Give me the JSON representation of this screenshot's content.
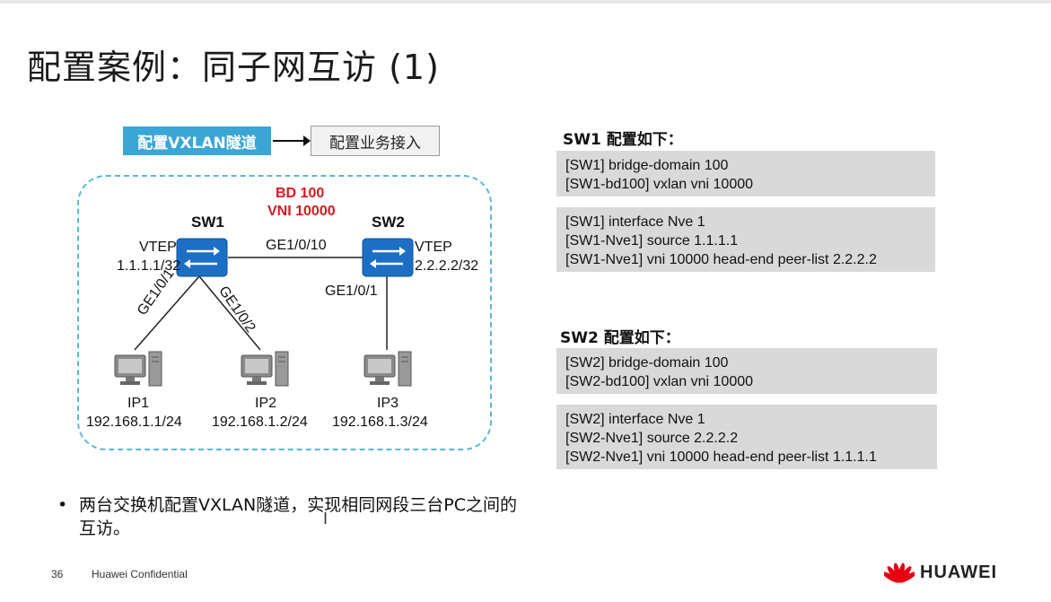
{
  "slide": {
    "title": "配置案例：同子网互访 (1)",
    "page_number": "36",
    "confidential": "Huawei Confidential",
    "brand": "HUAWEI"
  },
  "flow": {
    "step1": "配置VXLAN隧道",
    "step2": "配置业务接入"
  },
  "topology": {
    "bd": "BD 100",
    "vni": "VNI 10000",
    "sw1": {
      "name": "SW1",
      "vtep_label": "VTEP",
      "vtep_ip": "1.1.1.1/32"
    },
    "sw2": {
      "name": "SW2",
      "vtep_label": "VTEP",
      "vtep_ip": "2.2.2.2/32"
    },
    "link_sw1_sw2": "GE1/0/10",
    "link_sw1_pc1": "GE1/0/1",
    "link_sw1_pc2": "GE1/0/2",
    "link_sw2_pc3": "GE1/0/1",
    "pcs": [
      {
        "name": "IP1",
        "ip": "192.168.1.1/24"
      },
      {
        "name": "IP2",
        "ip": "192.168.1.2/24"
      },
      {
        "name": "IP3",
        "ip": "192.168.1.3/24"
      }
    ]
  },
  "sw1_config": {
    "heading": "SW1 配置如下：",
    "block1": [
      "[SW1] bridge-domain 100",
      "[SW1-bd100] vxlan vni 10000"
    ],
    "block2": [
      "[SW1] interface Nve 1",
      "[SW1-Nve1] source 1.1.1.1",
      "[SW1-Nve1] vni 10000 head-end peer-list 2.2.2.2"
    ]
  },
  "sw2_config": {
    "heading": "SW2 配置如下：",
    "block1": [
      "[SW2] bridge-domain 100",
      "[SW2-bd100] vxlan vni 10000"
    ],
    "block2": [
      "[SW2] interface Nve 1",
      "[SW2-Nve1] source 2.2.2.2",
      "[SW2-Nve1] vni 10000 head-end peer-list 1.1.1.1"
    ]
  },
  "bullet": {
    "text": "两台交换机配置VXLAN隧道，实现相同网段三台PC之间的互访。"
  },
  "colors": {
    "flow_blue": "#3aa6d6",
    "switch_blue": "#1c6fc4",
    "red_label": "#d71920",
    "code_bg": "#d9d9d9",
    "huawei_red": "#e60012"
  }
}
